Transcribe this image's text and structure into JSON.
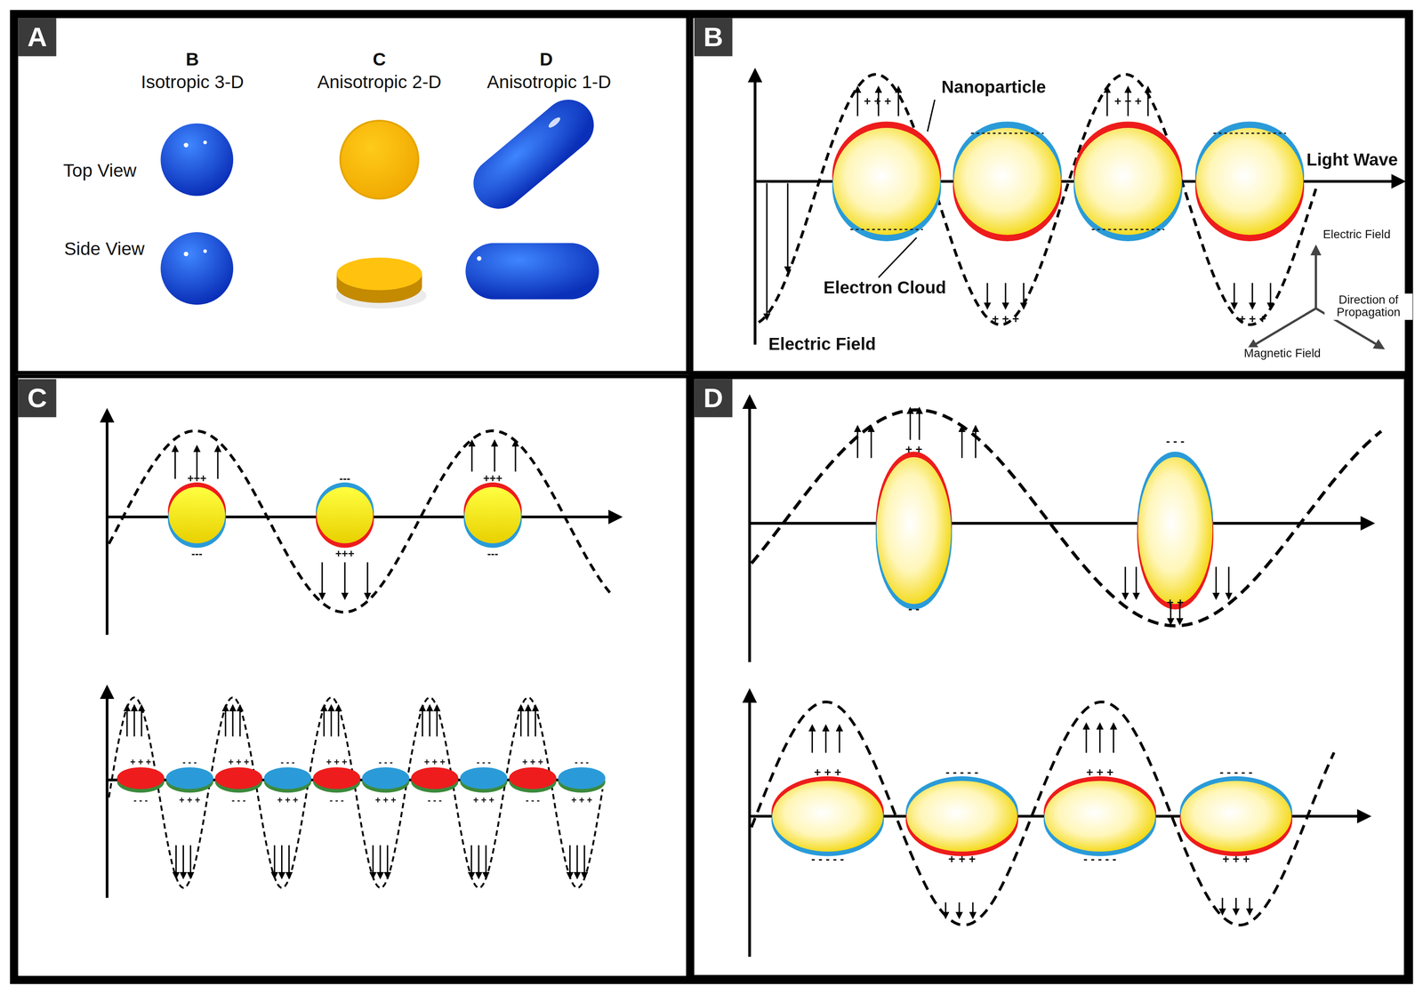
{
  "diagram": {
    "nodes": [
      {
        "text": [
          "A"
        ]
      },
      {
        "text": [
          "B"
        ]
      },
      {
        "text": [
          "C"
        ]
      },
      {
        "text": [
          "D"
        ]
      }
    ],
    "labels": [
      "B",
      "Isotropic 3-D",
      "C",
      "Anisotropic 2-D",
      "D",
      "Anisotropic 1-D",
      "Top View",
      "Side View",
      "Nanoparticle",
      "Electron Cloud",
      "Light Wave",
      "Electric Field",
      "Electric Field",
      "Direction of Propagation",
      "Magnetic Field",
      "+ + +",
      "+ + +",
      "+ + +",
      "+ + +",
      "+++",
      "---",
      "---",
      "+++",
      "+++",
      "---",
      "+ + +",
      "- - -",
      "- - -",
      "+ + +",
      "+ + +",
      "- - -",
      "- - -",
      "+ + +",
      "+ + +",
      "- - -",
      "- - -",
      "+ + +",
      "+ + +",
      "- - -",
      "- - -",
      "+ + +",
      "+ + +",
      "- - -",
      "- - -",
      "+ + +",
      "+ +",
      "- -",
      "- - -",
      "+ +",
      "+ + +",
      "- - - - -",
      "- - - - -",
      "+ + +",
      "+ + +",
      "- - - - -",
      "- - - - -",
      "+ + +"
    ]
  }
}
